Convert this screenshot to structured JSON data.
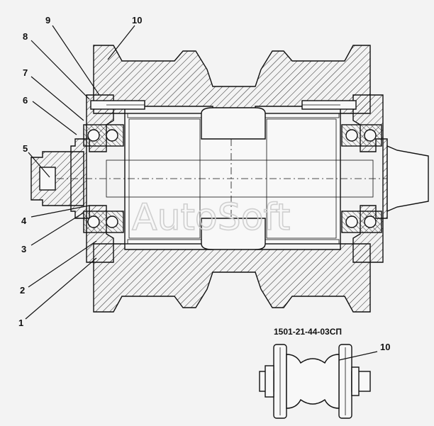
{
  "callouts": [
    "1",
    "2",
    "3",
    "4",
    "5",
    "6",
    "7",
    "8",
    "9",
    "10"
  ],
  "thumbnail": {
    "code": "1501-21-44-03СП",
    "callout": "10"
  },
  "watermark": "AutoSoft",
  "colors": {
    "background": "#f3f3f3",
    "ink": "#111111",
    "watermark": "#cfcfcf"
  }
}
